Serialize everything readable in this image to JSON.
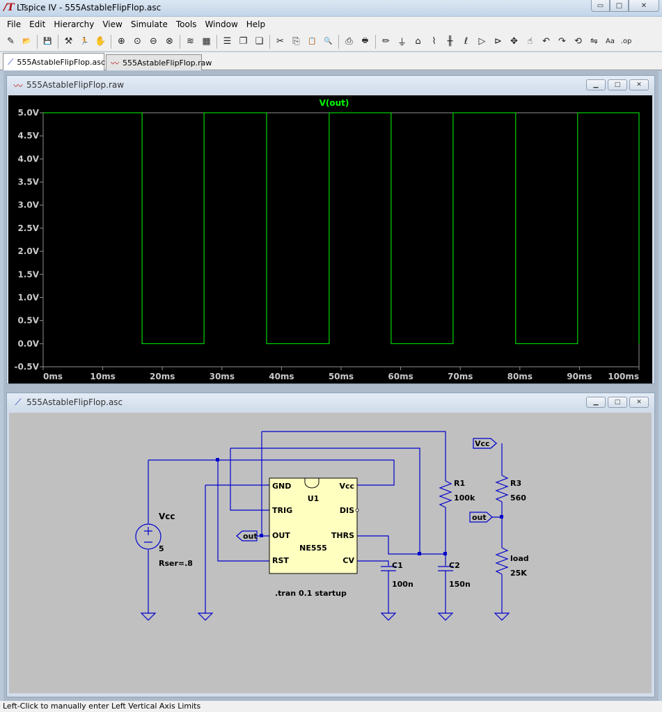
{
  "window": {
    "title": "LTspice IV - 555AstableFlipFlop.asc",
    "min_glyph": "▭",
    "max_glyph": "□",
    "close_glyph": "✕"
  },
  "menu": {
    "items": [
      {
        "label": "File",
        "name": "menu-file"
      },
      {
        "label": "Edit",
        "name": "menu-edit"
      },
      {
        "label": "Hierarchy",
        "name": "menu-hierarchy"
      },
      {
        "label": "View",
        "name": "menu-view"
      },
      {
        "label": "Simulate",
        "name": "menu-simulate"
      },
      {
        "label": "Tools",
        "name": "menu-tools"
      },
      {
        "label": "Window",
        "name": "menu-window"
      },
      {
        "label": "Help",
        "name": "menu-help"
      }
    ]
  },
  "toolbar": {
    "groups": [
      [
        {
          "name": "new-schematic-icon",
          "glyph": "✎"
        },
        {
          "name": "open-icon",
          "glyph": "📂"
        }
      ],
      [
        {
          "name": "save-icon",
          "glyph": "💾"
        }
      ],
      [
        {
          "name": "control-panel-icon",
          "glyph": "⚒"
        },
        {
          "name": "run-icon",
          "glyph": "🏃"
        },
        {
          "name": "halt-icon",
          "glyph": "✋"
        }
      ],
      [
        {
          "name": "zoom-in-icon",
          "glyph": "⊕"
        },
        {
          "name": "zoom-pan-icon",
          "glyph": "⊙"
        },
        {
          "name": "zoom-out-icon",
          "glyph": "⊖"
        },
        {
          "name": "zoom-fit-icon",
          "glyph": "⊗"
        }
      ],
      [
        {
          "name": "autorange-icon",
          "glyph": "≋"
        },
        {
          "name": "pick-visible-traces-icon",
          "glyph": "▦"
        }
      ],
      [
        {
          "name": "tile-horizontal-icon",
          "glyph": "☰"
        },
        {
          "name": "cascade-icon",
          "glyph": "❐"
        },
        {
          "name": "close-all-icon",
          "glyph": "❏"
        }
      ],
      [
        {
          "name": "cut-icon",
          "glyph": "✂"
        },
        {
          "name": "copy-icon",
          "glyph": "⎘"
        },
        {
          "name": "paste-icon",
          "glyph": "📋"
        },
        {
          "name": "find-icon",
          "glyph": "🔍"
        }
      ],
      [
        {
          "name": "print-setup-icon",
          "glyph": "⎙"
        },
        {
          "name": "print-icon",
          "glyph": "🖶"
        }
      ],
      [
        {
          "name": "draw-wire-icon",
          "glyph": "✏"
        },
        {
          "name": "ground-icon",
          "glyph": "⏚"
        },
        {
          "name": "label-net-icon",
          "glyph": "⌂"
        },
        {
          "name": "resistor-icon",
          "glyph": "⌇"
        },
        {
          "name": "capacitor-icon",
          "glyph": "╫"
        },
        {
          "name": "inductor-icon",
          "glyph": "ℓ"
        },
        {
          "name": "diode-icon",
          "glyph": "▷"
        },
        {
          "name": "component-icon",
          "glyph": "⊳"
        },
        {
          "name": "move-icon",
          "glyph": "✥"
        },
        {
          "name": "drag-icon",
          "glyph": "☝"
        },
        {
          "name": "undo-icon",
          "glyph": "↶"
        },
        {
          "name": "redo-icon",
          "glyph": "↷"
        },
        {
          "name": "rotate-icon",
          "glyph": "⟲"
        },
        {
          "name": "mirror-icon",
          "glyph": "⇋"
        },
        {
          "name": "text-icon",
          "glyph": "Aa"
        },
        {
          "name": "spice-directive-icon",
          "glyph": ".op"
        }
      ]
    ]
  },
  "tabs": [
    {
      "label": "555AstableFlipFlop.asc",
      "icon": "schematic-icon",
      "active": true
    },
    {
      "label": "555AstableFlipFlop.raw",
      "icon": "waveform-icon",
      "active": false
    }
  ],
  "waveform_window": {
    "title": "555AstableFlipFlop.raw",
    "chart_data": {
      "type": "line",
      "title": "V(out)",
      "xlabel": "",
      "ylabel": "",
      "xlim": [
        0,
        100
      ],
      "ylim": [
        -0.5,
        5.0
      ],
      "x_ticks": [
        "0ms",
        "10ms",
        "20ms",
        "30ms",
        "40ms",
        "50ms",
        "60ms",
        "70ms",
        "80ms",
        "90ms",
        "100ms"
      ],
      "y_ticks": [
        "5.0V",
        "4.5V",
        "4.0V",
        "3.5V",
        "3.0V",
        "2.5V",
        "2.0V",
        "1.5V",
        "1.0V",
        "0.5V",
        "0.0V",
        "-0.5V"
      ],
      "grid": false,
      "series": [
        {
          "name": "V(out)",
          "color": "#00ff00",
          "x": [
            0,
            16.6,
            16.6,
            27.0,
            27.0,
            37.5,
            37.5,
            48.0,
            48.0,
            58.4,
            58.4,
            68.8,
            68.8,
            79.3,
            79.3,
            89.7,
            89.7,
            100.0,
            100.0
          ],
          "y": [
            5.0,
            5.0,
            0.0,
            0.0,
            5.0,
            5.0,
            0.0,
            0.0,
            5.0,
            5.0,
            0.0,
            0.0,
            5.0,
            5.0,
            0.0,
            0.0,
            5.0,
            5.0,
            0.0
          ]
        }
      ]
    }
  },
  "schematic_window": {
    "title": "555AstableFlipFlop.asc",
    "components": {
      "u1": {
        "ref": "U1",
        "part": "NE555",
        "pins": {
          "gnd": "GND",
          "trig": "TRIG",
          "out": "OUT",
          "rst": "RST",
          "vcc": "Vcc",
          "dis": "DIS",
          "thrs": "THRS",
          "cv": "CV"
        }
      },
      "vcc_source": {
        "ref": "Vcc",
        "value": "5",
        "param": "Rser=.8"
      },
      "r1": {
        "ref": "R1",
        "value": "100k"
      },
      "r3": {
        "ref": "R3",
        "value": "560"
      },
      "load": {
        "ref": "load",
        "value": "25K"
      },
      "c1": {
        "ref": "C1",
        "value": "100n"
      },
      "c2": {
        "ref": "C2",
        "value": "150n"
      }
    },
    "net_labels": {
      "out_left": "out",
      "vcc": "Vcc",
      "out_right": "out"
    },
    "directive": ".tran 0.1 startup"
  },
  "status": {
    "text": "Left-Click to manually enter Left Vertical Axis Limits"
  },
  "colors": {
    "wire": "#0000cc",
    "trace": "#00ff00",
    "plot_bg": "#000000",
    "schematic_bg": "#c0c0c0",
    "ic_fill": "#ffffc0"
  }
}
